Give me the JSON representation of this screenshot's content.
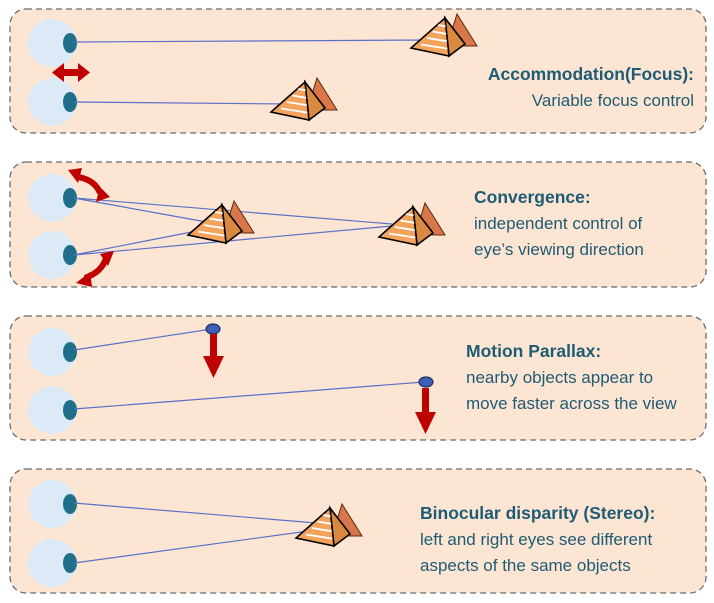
{
  "panels": [
    {
      "title": "Accommodation(Focus):",
      "description_lines": [
        "Variable focus control"
      ]
    },
    {
      "title": "Convergence:",
      "description_lines": [
        "independent control of",
        "eye’s viewing direction"
      ]
    },
    {
      "title": "Motion Parallax:",
      "description_lines": [
        "nearby objects appear to",
        "move faster across the view"
      ]
    },
    {
      "title": "Binocular disparity (Stereo):",
      "description_lines": [
        "left and right eyes see different",
        "aspects of the same objects"
      ]
    }
  ],
  "colors": {
    "panel_fill": "#fde5d3",
    "panel_border": "#6b6b6b",
    "text": "#1e5b74",
    "eyeball": "#dbeaf6",
    "pupil": "#1f6f8b",
    "sight_line": "#5a70c8",
    "arrow": "#c00000",
    "pyramid": "#f4a35c",
    "dot_object": "#3d5fb8"
  },
  "icons": [
    "eye-icon",
    "pyramid-icon",
    "double-arrow-icon",
    "curved-arrow-icon",
    "down-arrow-icon",
    "dot-object-icon"
  ]
}
